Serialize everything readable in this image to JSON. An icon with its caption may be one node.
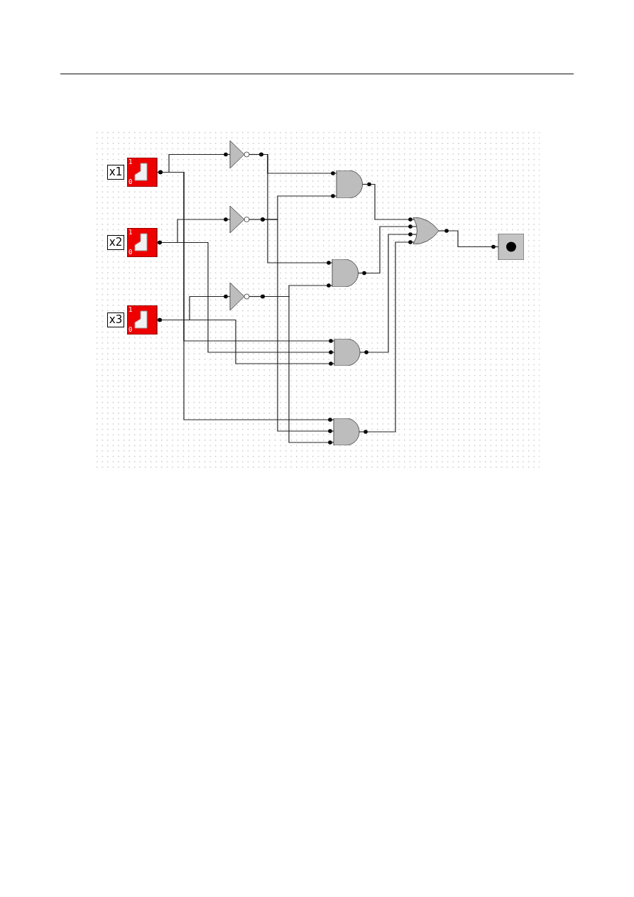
{
  "diagram": {
    "nodes": [
      {
        "text": [
          "1",
          "0"
        ],
        "beside": [
          "x1"
        ]
      },
      {
        "text": [
          "1",
          "0"
        ],
        "beside": [
          "x2"
        ]
      },
      {
        "text": [
          "1",
          "0"
        ],
        "beside": [
          "x3"
        ]
      },
      {
        "text": [],
        "shape": "inverter"
      },
      {
        "text": [],
        "shape": "inverter"
      },
      {
        "text": [],
        "shape": "inverter"
      },
      {
        "text": [],
        "shape": "and"
      },
      {
        "text": [],
        "shape": "and"
      },
      {
        "text": [],
        "shape": "and"
      },
      {
        "text": [],
        "shape": "and"
      },
      {
        "text": [],
        "shape": "or"
      },
      {
        "text": [],
        "shape": "lamp"
      }
    ],
    "edges": [
      {
        "from": 0,
        "to": 3,
        "arrow": "other"
      },
      {
        "from": 0,
        "to": 8,
        "arrow": "other"
      },
      {
        "from": 0,
        "to": 9,
        "arrow": "other"
      },
      {
        "from": 1,
        "to": 4,
        "arrow": "other"
      },
      {
        "from": 1,
        "to": 8,
        "arrow": "other"
      },
      {
        "from": 2,
        "to": 5,
        "arrow": "other"
      },
      {
        "from": 2,
        "to": 8,
        "arrow": "other"
      },
      {
        "from": 3,
        "to": 6,
        "arrow": "other"
      },
      {
        "from": 3,
        "to": 7,
        "arrow": "other"
      },
      {
        "from": 4,
        "to": 6,
        "arrow": "other"
      },
      {
        "from": 4,
        "to": 9,
        "arrow": "other"
      },
      {
        "from": 5,
        "to": 7,
        "arrow": "other"
      },
      {
        "from": 5,
        "to": 9,
        "arrow": "other"
      },
      {
        "from": 6,
        "to": 10,
        "arrow": "other"
      },
      {
        "from": 7,
        "to": 10,
        "arrow": "other"
      },
      {
        "from": 8,
        "to": 10,
        "arrow": "other"
      },
      {
        "from": 9,
        "to": 10,
        "arrow": "other"
      },
      {
        "from": 10,
        "to": 11,
        "arrow": "other"
      }
    ]
  }
}
